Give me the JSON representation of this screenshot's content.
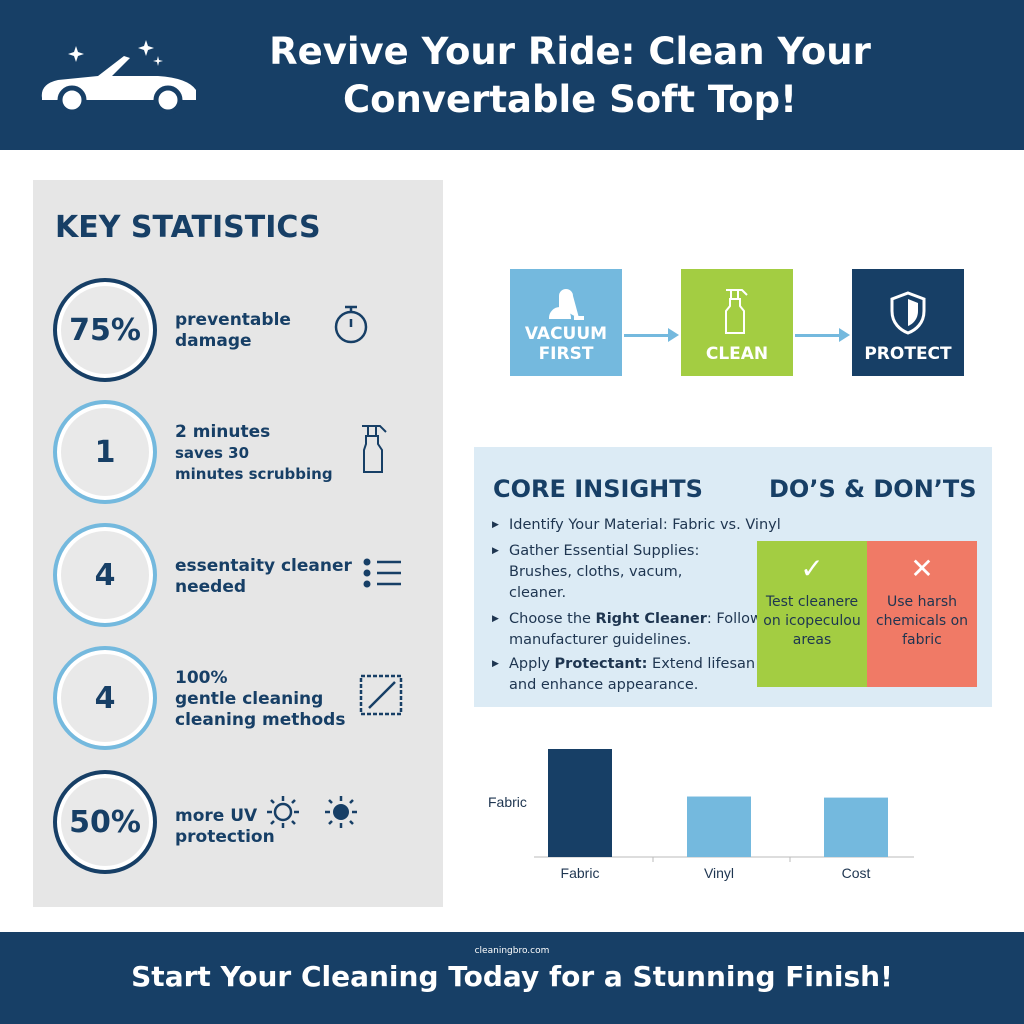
{
  "header": {
    "title": "Revive Your Ride: Clean Your Convertable Soft Top!",
    "logo_icon": "convertible-car-sparkle-icon"
  },
  "stats": {
    "title": "KEY STATISTICS",
    "items": [
      {
        "value": "75%",
        "lines": [
          "preventable",
          "damage"
        ],
        "icon": "stopwatch-icon"
      },
      {
        "value": "1",
        "lines": [
          "2 minutes",
          "saves 30",
          "minutes scrubbing"
        ],
        "icon": "spray-bottle-icon"
      },
      {
        "value": "4",
        "lines": [
          "essentaity cleaner",
          "needed"
        ],
        "icon": "list-icon"
      },
      {
        "value": "4",
        "lines": [
          "100%",
          "gentle cleaning",
          "cleaning methods"
        ],
        "icon": "cloth-icon"
      },
      {
        "value": "50%",
        "lines": [
          "more UV",
          "protection"
        ],
        "icon": "sun-icon"
      }
    ]
  },
  "flow": {
    "steps": [
      {
        "label": "VACUUM FIRST",
        "color": "#74b9de",
        "icon": "vacuum-icon"
      },
      {
        "label": "CLEAN",
        "color": "#a3cd42",
        "icon": "spray-bottle-icon"
      },
      {
        "label": "PROTECT",
        "color": "#173f66",
        "icon": "shield-icon"
      }
    ]
  },
  "insights": {
    "title": "CORE INSIGHTS",
    "items": [
      {
        "text": "Identify Your Material: Fabric vs. Vinyl"
      },
      {
        "text": "Gather Essential Supplies: Brushes, cloths, vacum, cleaner."
      },
      {
        "pre": "Choose the ",
        "bold": "Right Cleaner",
        ":post": "",
        "post": ": Follow manufacturer guidelines."
      },
      {
        "pre": "Apply ",
        "bold": "Protectant:",
        "post": " Extend lifesan and enhance appearance."
      }
    ]
  },
  "dos_donts": {
    "title": "DO’S & DON’TS",
    "do": {
      "mark": "✓",
      "text": "Test cleanere on icopeculou areas",
      "color": "#a3cd42"
    },
    "dont": {
      "mark": "✕",
      "text": "Use harsh chemicals on fabric",
      "color": "#f07a66"
    }
  },
  "chart_data": {
    "type": "bar",
    "categories": [
      "Fabric",
      "Vinyl",
      "Cost"
    ],
    "values": [
      1.0,
      0.56,
      0.55
    ],
    "ylabel": "Fabric",
    "colors": [
      "#173f66",
      "#74b9de",
      "#74b9de"
    ],
    "grid": false
  },
  "footer": {
    "watermark": "cleaningbro.com",
    "cta": "Start Your Cleaning Today for a Stunning Finish!"
  }
}
